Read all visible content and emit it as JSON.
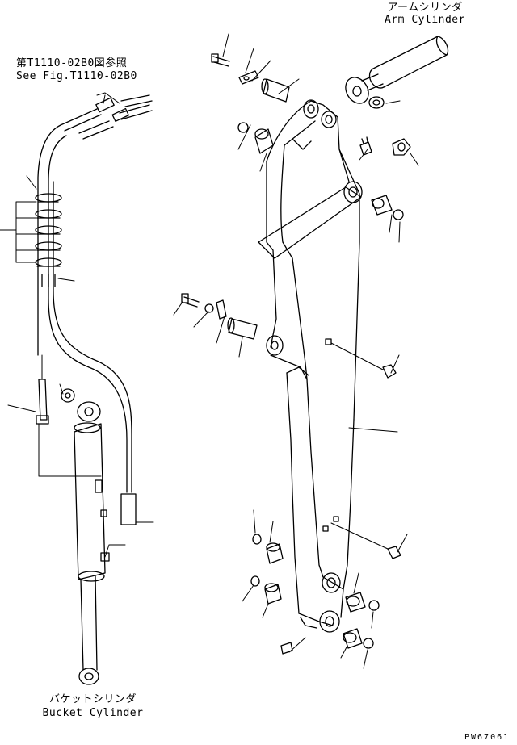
{
  "labels": {
    "arm_cylinder_jp": "アームシリンダ",
    "arm_cylinder_en": "Arm Cylinder",
    "see_fig_jp": "第T1110-02B0図参照",
    "see_fig_en": "See Fig.T1110-02B0",
    "bucket_cylinder_jp": "バケットシリンダ",
    "bucket_cylinder_en": "Bucket Cylinder"
  },
  "drawing_code": "PW67061",
  "colors": {
    "ink": "#000000",
    "paper": "#ffffff"
  }
}
